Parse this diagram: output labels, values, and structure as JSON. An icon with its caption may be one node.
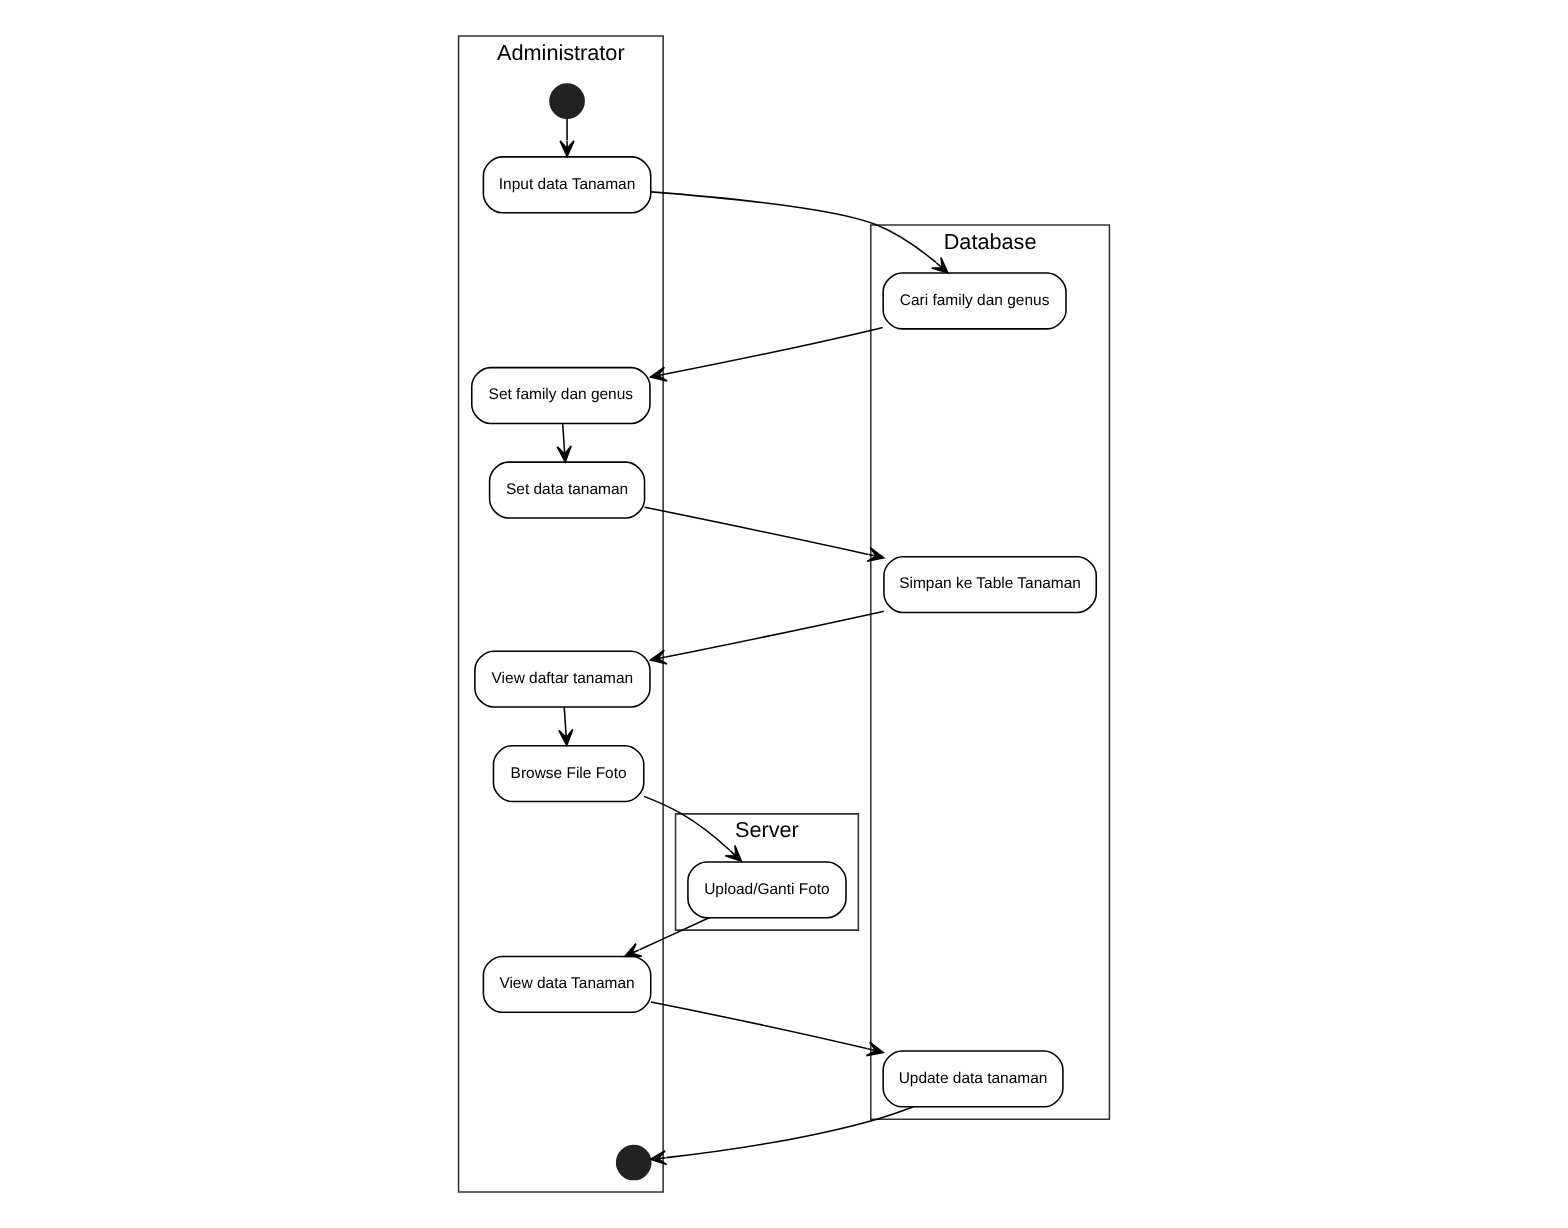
{
  "diagram": {
    "nodes": [
      {
        "text": [
          "Administrator"
        ]
      },
      {
        "text": [
          "Database"
        ]
      },
      {
        "text": [
          "Server"
        ]
      },
      {
        "text": [],
        "shape": "circle",
        "in": 0
      },
      {
        "text": [
          "Input data Tanaman"
        ],
        "in": 0
      },
      {
        "text": [
          "Cari family dan genus"
        ],
        "in": 1
      },
      {
        "text": [
          "Set family dan genus"
        ],
        "in": 0
      },
      {
        "text": [
          "Set data tanaman"
        ],
        "in": 0
      },
      {
        "text": [
          "Simpan ke Table Tanaman"
        ],
        "in": 1
      },
      {
        "text": [
          "View daftar tanaman"
        ],
        "in": 0
      },
      {
        "text": [
          "Browse File Foto"
        ],
        "in": 0
      },
      {
        "text": [
          "Upload/Ganti Foto"
        ],
        "in": 2
      },
      {
        "text": [
          "View data Tanaman"
        ],
        "in": 0
      },
      {
        "text": [
          "Update data tanaman"
        ],
        "in": 1
      },
      {
        "text": [],
        "shape": "circle",
        "in": 0
      }
    ],
    "edges": [
      {
        "from": 3,
        "to": 4,
        "arrow": "to"
      },
      {
        "from": 4,
        "to": 5,
        "arrow": "to"
      },
      {
        "from": 5,
        "to": 6,
        "arrow": "to"
      },
      {
        "from": 6,
        "to": 7,
        "arrow": "to"
      },
      {
        "from": 7,
        "to": 8,
        "arrow": "to"
      },
      {
        "from": 8,
        "to": 9,
        "arrow": "to"
      },
      {
        "from": 9,
        "to": 10,
        "arrow": "to"
      },
      {
        "from": 10,
        "to": 11,
        "arrow": "to"
      },
      {
        "from": 11,
        "to": 12,
        "arrow": "to"
      },
      {
        "from": 12,
        "to": 13,
        "arrow": "to"
      },
      {
        "from": 13,
        "to": 14,
        "arrow": "to"
      }
    ]
  }
}
